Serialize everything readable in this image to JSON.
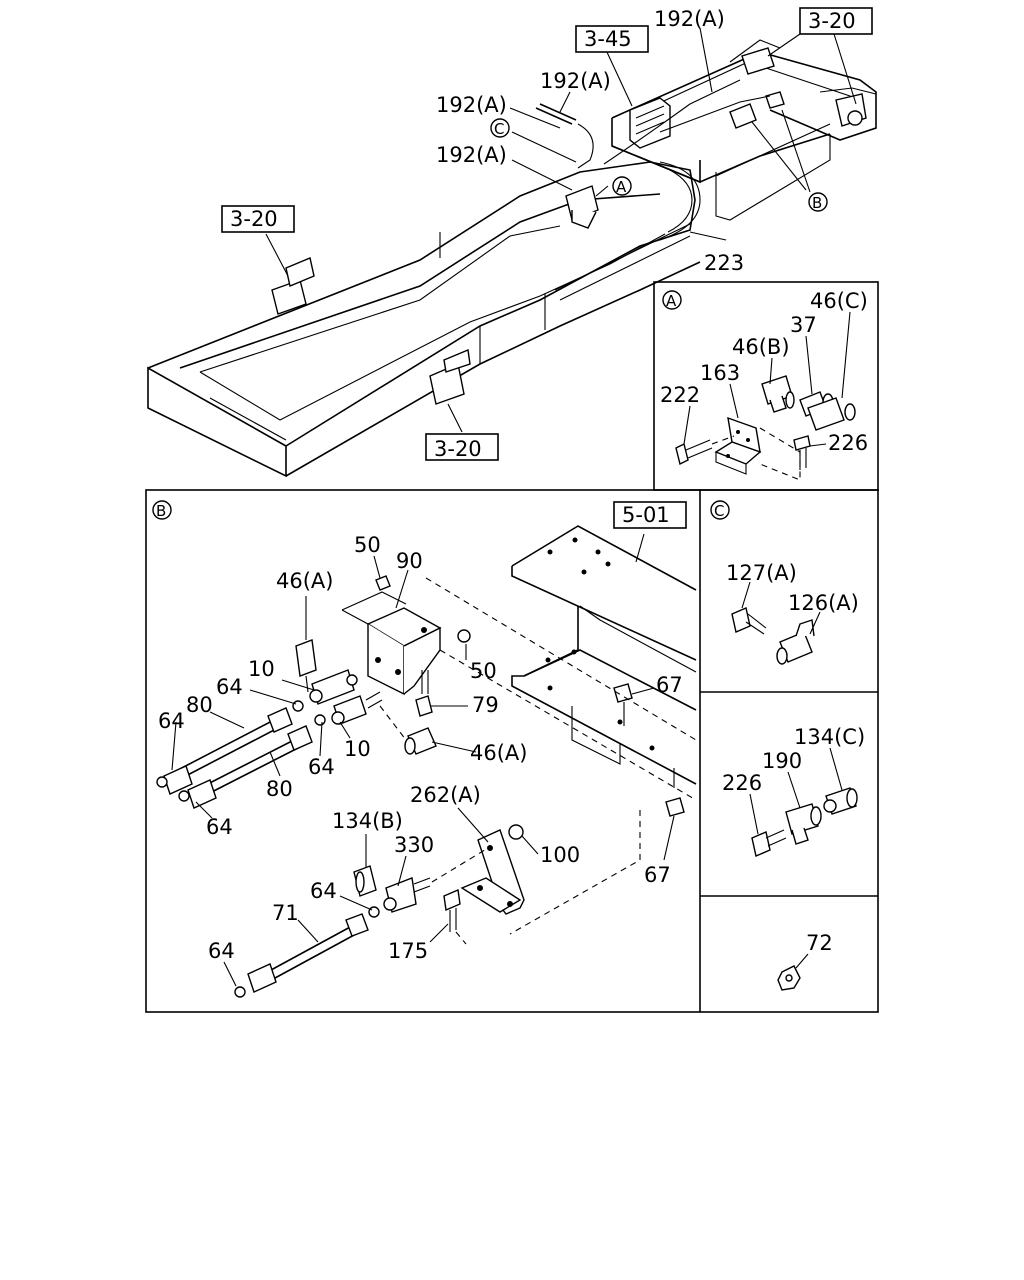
{
  "overview": {
    "callouts": {
      "part_192a_1": "192(A)",
      "part_192a_2": "192(A)",
      "part_192a_3": "192(A)",
      "part_192a_4": "192(A)",
      "part_223": "223",
      "ref_3_45": "3-45",
      "ref_3_20_top": "3-20",
      "ref_3_20_left": "3-20",
      "ref_3_20_bottom": "3-20",
      "marker_a": "A",
      "marker_b": "B",
      "marker_c": "C"
    }
  },
  "detail_a": {
    "marker": "A",
    "labels": {
      "p46c": "46(C)",
      "p37": "37",
      "p46b": "46(B)",
      "p163": "163",
      "p222": "222",
      "p226": "226"
    }
  },
  "detail_b": {
    "marker": "B",
    "ref_5_01": "5-01",
    "labels": {
      "p50a": "50",
      "p90": "90",
      "p46a_top": "46(A)",
      "p10_top": "10",
      "p64_a": "64",
      "p80_a": "80",
      "p64_b": "64",
      "p50b": "50",
      "p67_top": "67",
      "p79": "79",
      "p10_bot": "10",
      "p46a_bot": "46(A)",
      "p64_c": "64",
      "p80_b": "80",
      "p64_d": "64",
      "p262a": "262(A)",
      "p134b": "134(B)",
      "p100": "100",
      "p330": "330",
      "p67_bot": "67",
      "p64_e": "64",
      "p71": "71",
      "p175": "175",
      "p64_f": "64"
    }
  },
  "detail_c": {
    "marker": "C",
    "labels": {
      "p127a": "127(A)",
      "p126a": "126(A)"
    }
  },
  "detail_d": {
    "labels": {
      "p134c": "134(C)",
      "p190": "190",
      "p226": "226"
    }
  },
  "detail_e": {
    "labels": {
      "p72": "72"
    }
  }
}
